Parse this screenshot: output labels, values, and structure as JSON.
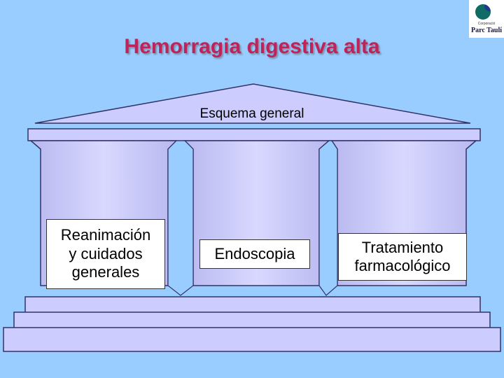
{
  "slide": {
    "title": "Hemorragia digestiva alta",
    "roof_label": "Esquema general",
    "pillars": [
      {
        "lines": [
          "Reanimación",
          "y cuidados",
          "generales"
        ]
      },
      {
        "lines": [
          "Endoscopia"
        ]
      },
      {
        "lines": [
          "Tratamiento",
          "farmacológico"
        ]
      }
    ]
  },
  "logo": {
    "small_text": "Corporació",
    "name": "Parc Taulí",
    "colors": {
      "mark": "#0f6b63",
      "accent": "#1e3a8a"
    }
  },
  "colors": {
    "background": "#99ccff",
    "title": "#c0235a",
    "temple_fill": "#ccccff",
    "temple_stroke": "#333366"
  }
}
